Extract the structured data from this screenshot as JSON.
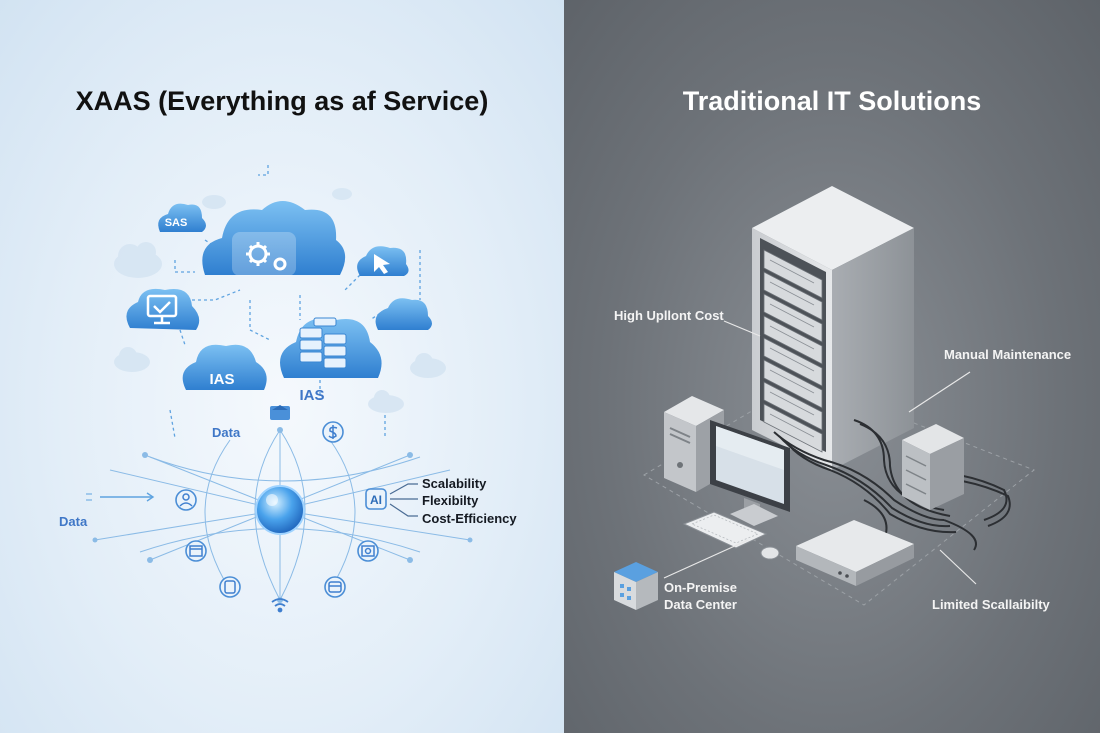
{
  "left": {
    "title": "XAAS (Everything as af Service)",
    "cloud_labels": {
      "sas": "SAS",
      "ias_cloud": "IAS",
      "ias": "IAS"
    },
    "data_top": "Data",
    "data_left": "Data",
    "ai": "AI",
    "benefits": [
      "Scalability",
      "Flexibilty",
      "Cost-Efficiency"
    ],
    "accent": "#3d8fdc"
  },
  "right": {
    "title": "Traditional IT Solutions",
    "callouts": {
      "cost": "High Upllont Cost",
      "maintenance": "Manual Maintenance",
      "datacenter_line1": "On-Premise",
      "datacenter_line2": "Data Center",
      "scalability": "Limited Scallaibilty"
    }
  }
}
